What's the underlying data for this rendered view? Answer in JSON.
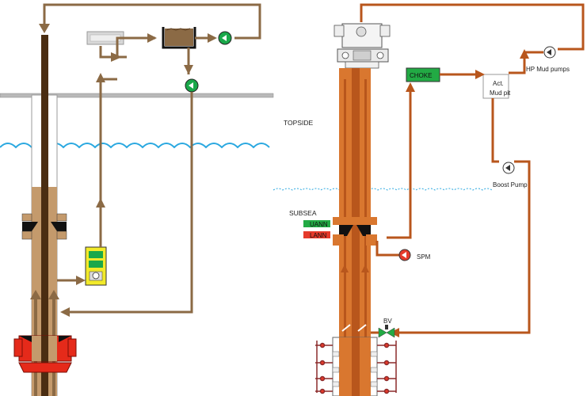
{
  "labels": {
    "topside": "TOPSIDE",
    "subsea": "SUBSEA",
    "choke": "CHOKE",
    "uann": "UANN",
    "lann": "LANN",
    "spm": "SPM",
    "act_mud_pit_line1": "Act.",
    "act_mud_pit_line2": "Mud pit",
    "hp_mud_pumps": "HP Mud pumps",
    "boost_pump": "Boost Pump",
    "bv": "BV"
  },
  "colors": {
    "mud_brown_left": "#8b6a45",
    "drillstring_dark": "#4a2d12",
    "mud_orange_right": "#b8561c",
    "riser_orange": "#d9772f",
    "water_blue": "#2aa8e0",
    "pump_green": "#1aa84a",
    "choke_green": "#22aa44",
    "lann_red": "#e53a2b",
    "bop_red": "#e52a1a",
    "panel_yellow": "#f2ea2a"
  },
  "icons": [
    "pump-icon",
    "tank-icon",
    "valve-icon",
    "bop-icon",
    "wellhead-icon",
    "arrow-icon"
  ]
}
